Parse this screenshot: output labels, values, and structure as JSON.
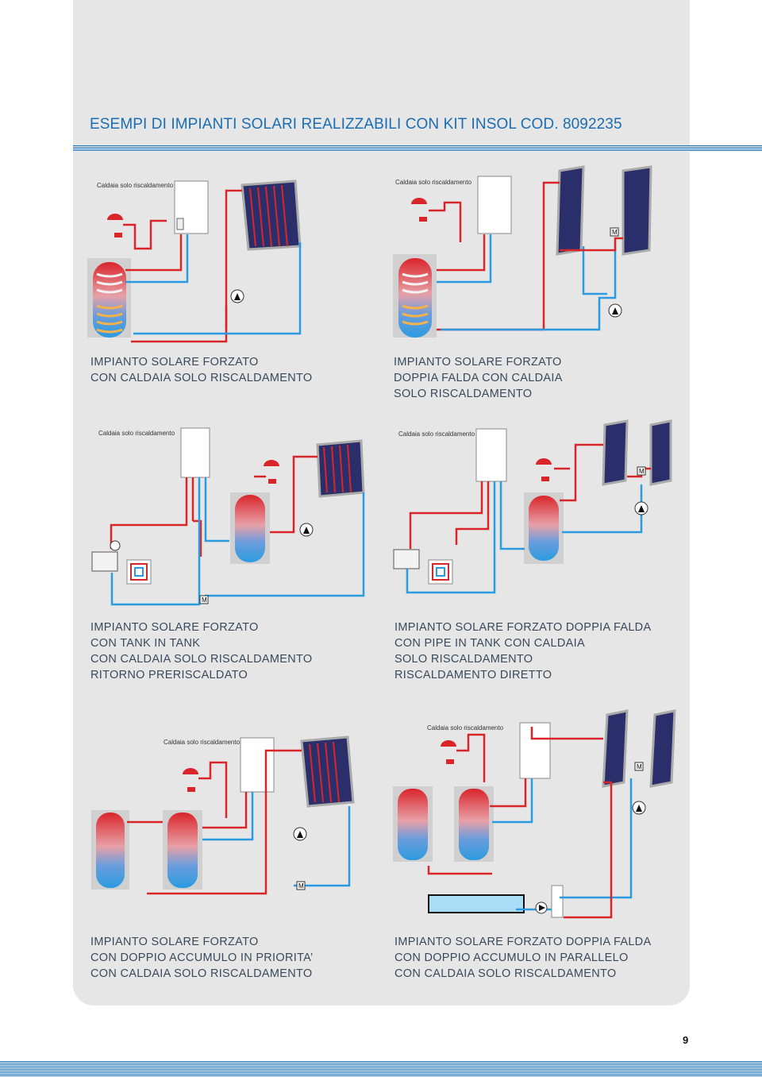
{
  "page": {
    "title": "ESEMPI DI IMPIANTI SOLARI REALIZZABILI CON KIT INSOL COD. 8092235",
    "page_number": "9"
  },
  "colors": {
    "accent": "#1a6db3",
    "hot": "#d9252a",
    "cold": "#2a9be0",
    "panel": "#e6e6e7"
  },
  "diagrams": [
    {
      "label": "Caldaia solo riscaldamento",
      "caption": [
        "IMPIANTO SOLARE FORZATO",
        "CON CALDAIA SOLO RISCALDAMENTO"
      ]
    },
    {
      "label": "Caldaia solo riscaldamento",
      "caption": [
        "IMPIANTO SOLARE FORZATO",
        "DOPPIA FALDA CON CALDAIA",
        "SOLO RISCALDAMENTO"
      ]
    },
    {
      "label": "Caldaia solo riscaldamento",
      "caption": [
        "IMPIANTO SOLARE  FORZATO",
        "CON TANK IN TANK",
        "CON CALDAIA SOLO RISCALDAMENTO",
        "RITORNO PRERISCALDATO"
      ]
    },
    {
      "label": "Caldaia solo riscaldamento",
      "caption": [
        "IMPIANTO SOLARE FORZATO DOPPIA FALDA",
        "CON PIPE IN TANK CON CALDAIA",
        "SOLO RISCALDAMENTO",
        "RISCALDAMENTO DIRETTO"
      ]
    },
    {
      "label": "Caldaia solo riscaldamento",
      "caption": [
        "IMPIANTO SOLARE FORZATO",
        "CON DOPPIO ACCUMULO IN PRIORITA’",
        "CON CALDAIA SOLO RISCALDAMENTO"
      ]
    },
    {
      "label": "Caldaia solo riscaldamento",
      "caption": [
        "IMPIANTO SOLARE FORZATO DOPPIA FALDA",
        "CON DOPPIO ACCUMULO IN PARALLELO",
        "CON CALDAIA SOLO RISCALDAMENTO"
      ]
    }
  ],
  "icons": {
    "valve_label": "M"
  }
}
